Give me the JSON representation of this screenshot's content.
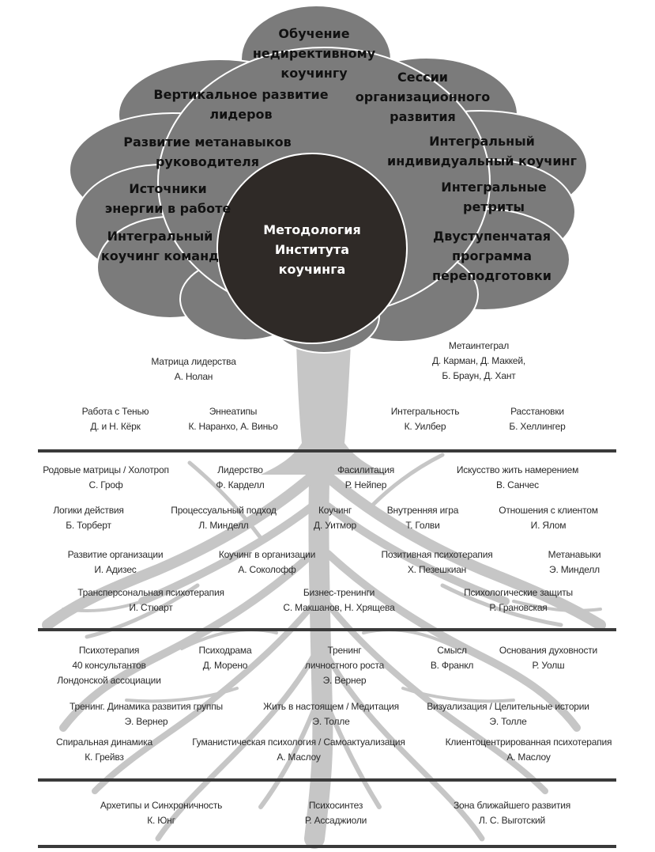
{
  "colors": {
    "crown": "#7b7b7b",
    "crown_outline": "#ffffff",
    "center_circle": "#2f2a27",
    "trunk_roots": "#c6c6c6",
    "divider": "#3a3a3a"
  },
  "center": {
    "lines": [
      "Методология",
      "Института",
      "коучинга"
    ]
  },
  "crown_items": [
    {
      "id": "nondirective",
      "lines": [
        "Обучение",
        "недирективному",
        "коучингу"
      ]
    },
    {
      "id": "vertical",
      "lines": [
        "Вертикальное развитие",
        "лидеров"
      ]
    },
    {
      "id": "sessions",
      "lines": [
        "Сессии",
        "организационного",
        "развития"
      ]
    },
    {
      "id": "metaskills",
      "lines": [
        "Развитие метанавыков",
        "руководителя"
      ]
    },
    {
      "id": "integral-individual",
      "lines": [
        "Интегральный",
        "индивидуальный коучинг"
      ]
    },
    {
      "id": "energy",
      "lines": [
        "Источники",
        "энергии в работе"
      ]
    },
    {
      "id": "retreats",
      "lines": [
        "Интегральные",
        "ретриты"
      ]
    },
    {
      "id": "team",
      "lines": [
        "Интегральный",
        "коучинг команд"
      ]
    },
    {
      "id": "two-stage",
      "lines": [
        "Двуступенчатая",
        "программа",
        "переподготовки"
      ]
    }
  ],
  "sources": [
    {
      "id": "leadership-matrix",
      "title": "Матрица лидерства",
      "author": "А. Нолан"
    },
    {
      "id": "metaintegral",
      "title": "Метаинтеграл",
      "author": "Д. Карман, Д. Маккей,",
      "author2": "Б. Браун, Д. Хант"
    },
    {
      "id": "shadow",
      "title": "Работа с Тенью",
      "author": "Д. и Н. Кёрк"
    },
    {
      "id": "enneagram",
      "title": "Эннеатипы",
      "author": "К. Наранхо, А. Виньо"
    },
    {
      "id": "integrality",
      "title": "Интегральность",
      "author": "К. Уилбер"
    },
    {
      "id": "constellations",
      "title": "Расстановки",
      "author": "Б. Хеллингер"
    },
    {
      "id": "holotrop",
      "title": "Родовые матрицы / Холотроп",
      "author": "С. Гроф"
    },
    {
      "id": "leadership",
      "title": "Лидерство",
      "author": "Ф. Карделл"
    },
    {
      "id": "facilitation",
      "title": "Фасилитация",
      "author": "Р. Нейпер"
    },
    {
      "id": "intention",
      "title": "Искусство жить намерением",
      "author": "В. Санчес"
    },
    {
      "id": "action-logics",
      "title": "Логики действия",
      "author": "Б. Торберт"
    },
    {
      "id": "process",
      "title": "Процессуальный подход",
      "author": "Л. Минделл"
    },
    {
      "id": "coaching",
      "title": "Коучинг",
      "author": "Д. Уитмор"
    },
    {
      "id": "inner-game",
      "title": "Внутренняя игра",
      "author": "Т. Голви"
    },
    {
      "id": "client-relations",
      "title": "Отношения с клиентом",
      "author": "И. Ялом"
    },
    {
      "id": "org-dev",
      "title": "Развитие организации",
      "author": "И. Адизес"
    },
    {
      "id": "org-coaching",
      "title": "Коучинг в организации",
      "author": "А. Соколофф"
    },
    {
      "id": "positive",
      "title": "Позитивная психотерапия",
      "author": "Х. Пезешкиан"
    },
    {
      "id": "metaskills-src",
      "title": "Метанавыки",
      "author": "Э. Минделл"
    },
    {
      "id": "transpersonal",
      "title": "Трансперсональная  психотерапия",
      "author": "И. Стюарт"
    },
    {
      "id": "business",
      "title": "Бизнес-тренинги",
      "author": "С. Макшанов, Н. Хрящева"
    },
    {
      "id": "defenses",
      "title": "Психологические защиты",
      "author": "Р. Грановская"
    },
    {
      "id": "psychotherapy-40",
      "title": "Психотерапия",
      "author": "40 консультантов",
      "author2": "Лондонской ассоциации"
    },
    {
      "id": "psychodrama",
      "title": "Психодрама",
      "author": "Д. Морено"
    },
    {
      "id": "personal-growth",
      "title": "Тренинг",
      "author": "личностного роста",
      "author2": "Э. Вернер"
    },
    {
      "id": "meaning",
      "title": "Смысл",
      "author": "В. Франкл"
    },
    {
      "id": "spirituality",
      "title": "Основания духовности",
      "author": "Р. Уолш"
    },
    {
      "id": "group-dynamics",
      "title": "Тренинг. Динамика развития группы",
      "author": "Э. Вернер"
    },
    {
      "id": "now",
      "title": "Жить в настоящем / Медитация",
      "author": "Э. Толле"
    },
    {
      "id": "visualization",
      "title": "Визуализация / Целительные истории",
      "author": "Э. Толле"
    },
    {
      "id": "spiral",
      "title": "Спиральная динамика",
      "author": "К. Грейвз"
    },
    {
      "id": "humanistic",
      "title": "Гуманистическая психология / Самоактуализация",
      "author": "А. Маслоу"
    },
    {
      "id": "client-centered",
      "title": "Клиентоцентрированная психотерапия",
      "author": "А. Маслоу"
    },
    {
      "id": "archetypes",
      "title": "Архетипы и Синхроничность",
      "author": "К. Юнг"
    },
    {
      "id": "psychosynthesis",
      "title": "Психосинтез",
      "author": "Р. Ассаджиоли"
    },
    {
      "id": "zpd",
      "title": "Зона ближайшего развития",
      "author": "Л. С. Выготский"
    }
  ]
}
